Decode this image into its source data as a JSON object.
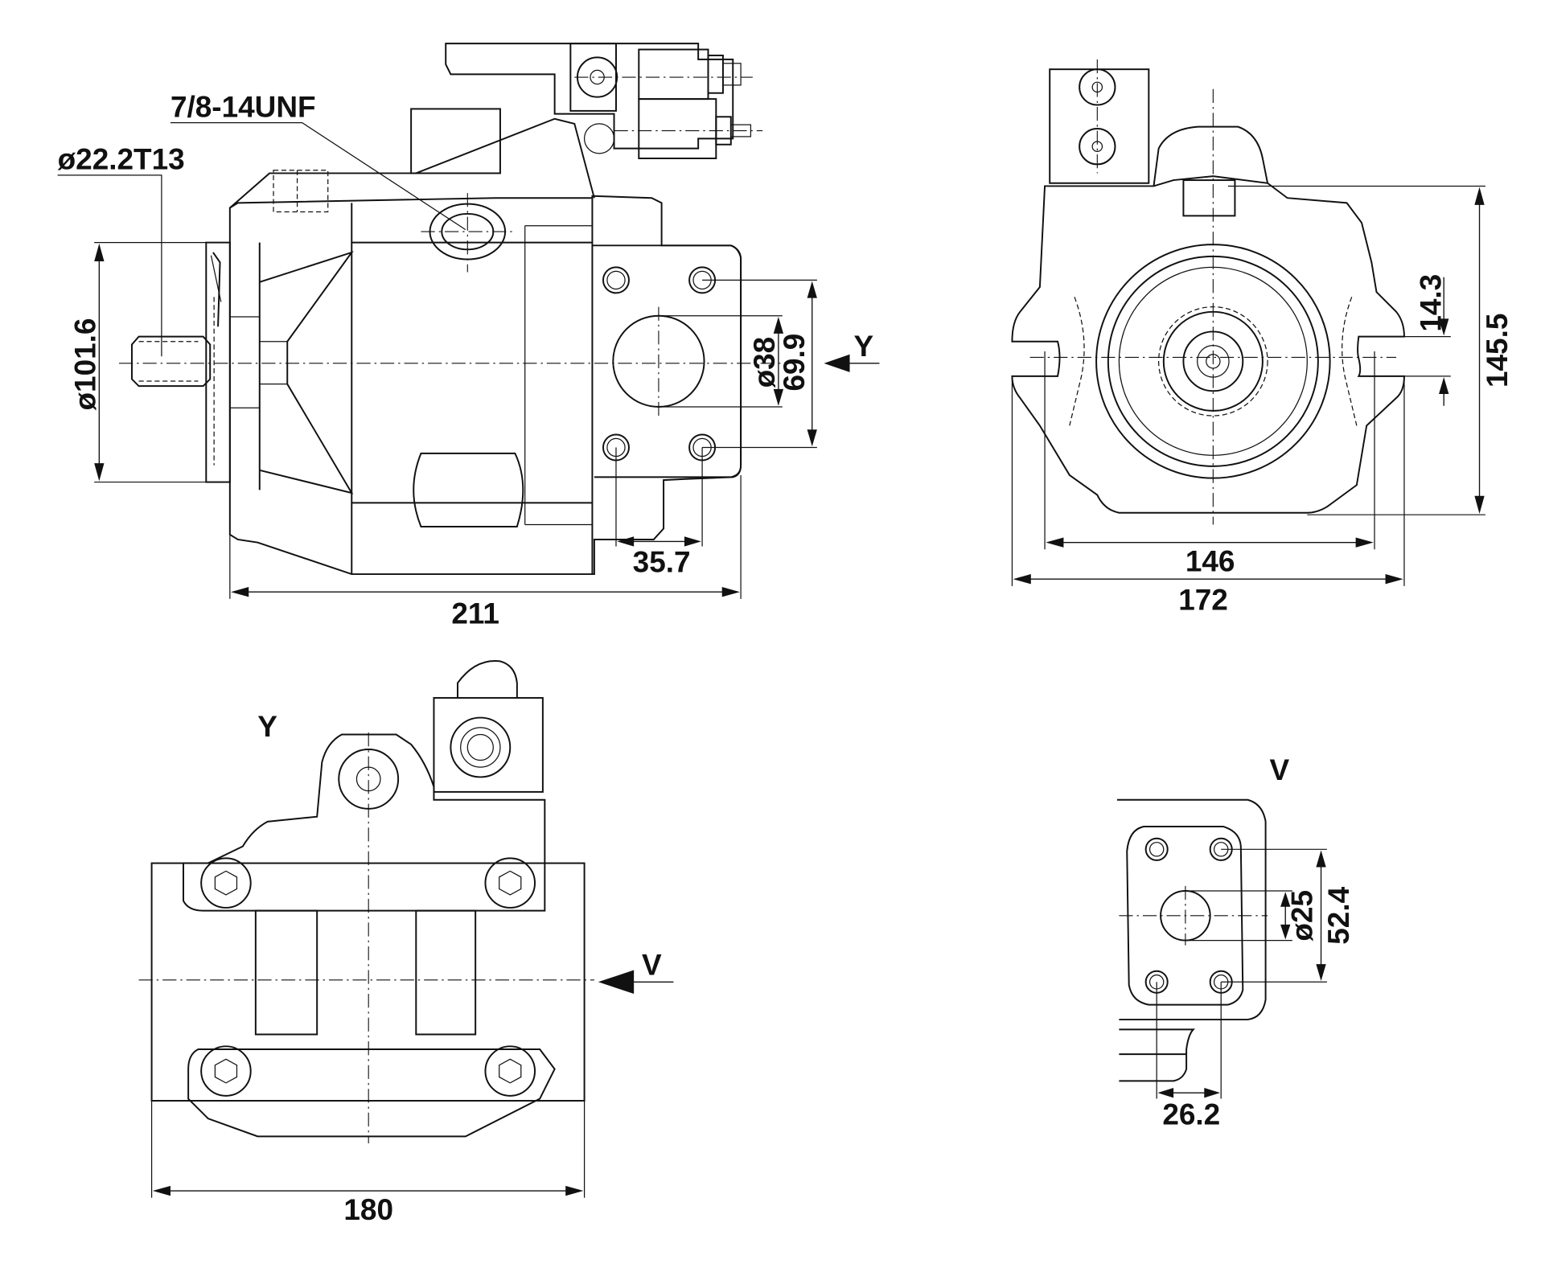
{
  "views": {
    "side": {
      "thread_port_label": "7/8-14UNF",
      "shaft_spline_label": "ø22.2T13",
      "pilot_diameter_label": "ø101.6",
      "port_diameter_label": "ø38",
      "port_bolt_spacing_label": "69.9",
      "port_offset_label": "35.7",
      "overall_length_label": "211",
      "view_arrow_label": "Y"
    },
    "front": {
      "slot_offset_label": "14.3",
      "overall_height_label": "145.5",
      "bolt_spacing_label": "146",
      "overall_width_label": "172"
    },
    "view_y": {
      "title": "Y",
      "width_label": "180",
      "view_arrow_label": "V"
    },
    "view_v": {
      "title": "V",
      "port_diameter_label": "ø25",
      "bolt_spacing_vertical_label": "52.4",
      "bolt_spacing_horizontal_label": "26.2"
    }
  }
}
